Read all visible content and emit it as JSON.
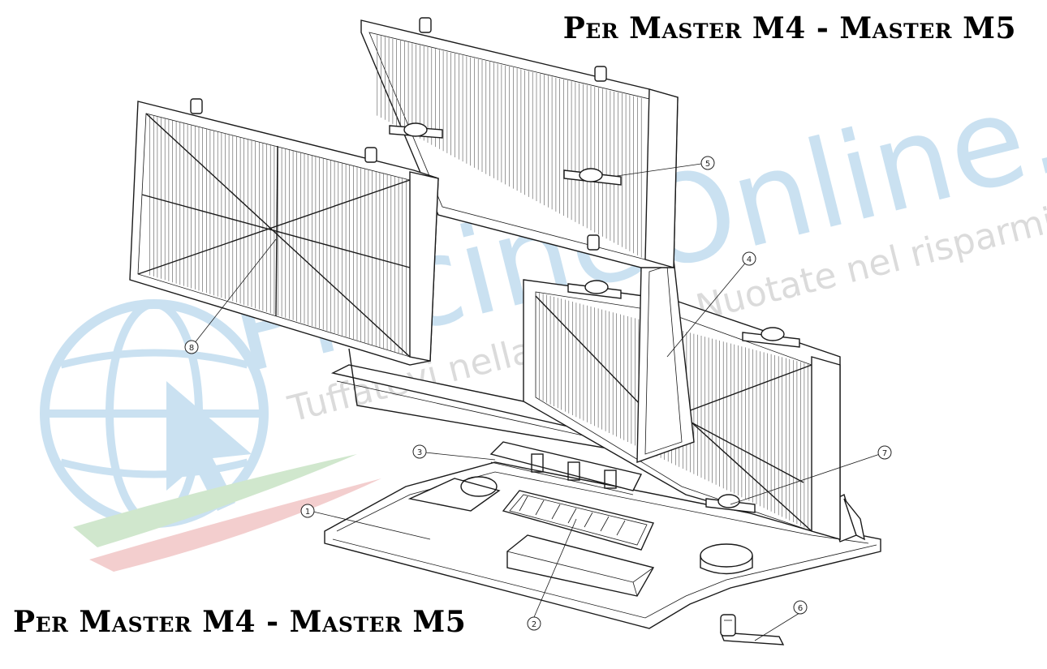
{
  "titles": {
    "top": "Per Master M4 - Master M5",
    "bottom": "Per Master M4 - Master M5"
  },
  "watermark": {
    "brand": "PiscineOnline.it",
    "tagline": "Tuffatevi nella qualità - Nuotate nel risparmio"
  },
  "callouts": [
    {
      "id": "1",
      "label": "1"
    },
    {
      "id": "2",
      "label": "2"
    },
    {
      "id": "3",
      "label": "3"
    },
    {
      "id": "4",
      "label": "4"
    },
    {
      "id": "5",
      "label": "5"
    },
    {
      "id": "6",
      "label": "6"
    },
    {
      "id": "7",
      "label": "7"
    },
    {
      "id": "8",
      "label": "8"
    }
  ],
  "colors": {
    "line": "#1a1a1a",
    "watermark_blue": "#9ec9e6",
    "watermark_green": "#a9d3a4",
    "watermark_red": "#e9a7a7"
  }
}
